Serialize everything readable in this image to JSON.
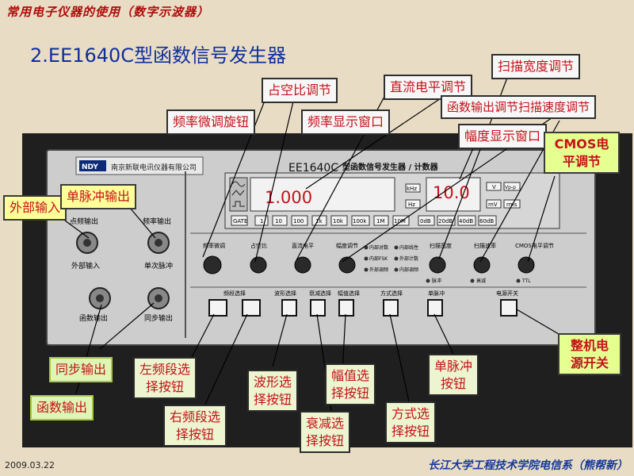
{
  "header": "常用电子仪器的使用（数字示波器）",
  "title": "2.EE1640C型函数信号发生器",
  "device": {
    "brand": "NDY",
    "company": "南京新联电讯仪器有限公司",
    "model": "EE1640C",
    "model_desc": "型函数信号发生器 / 计数器",
    "freq_display": "1.000",
    "amp_display": "10.0",
    "connector_labels": [
      "点频输出",
      "频率输出",
      "外部输入",
      "单次脉冲",
      "函数输出",
      "同步输出"
    ],
    "freq_buttons": [
      "GATE",
      "1",
      "10",
      "100",
      "1k",
      "10k",
      "100k",
      "1M",
      "10M"
    ],
    "atten_buttons": [
      "0dB",
      "20dB",
      "40dB",
      "60dB"
    ],
    "unit_keys": [
      "kHz",
      "Hz",
      "V",
      "Vp-p",
      "mV",
      "rms"
    ],
    "knob_labels": [
      "频率微调",
      "占空比",
      "直流电平",
      "幅度调节",
      "扫描宽度",
      "扫描速率",
      "CMOS电平调节"
    ],
    "mode_labels": [
      "内部对数",
      "内部线性",
      "内部FSK",
      "外部计数",
      "外部调频",
      "内部调频"
    ],
    "bottom_labels": [
      "频段选择",
      "波形选择",
      "衰减选择",
      "幅值选择",
      "方式选择",
      "单脉冲",
      "电源开关"
    ],
    "small_labels": [
      "脉冲",
      "衰减",
      "TTL"
    ]
  },
  "callouts": {
    "freq_fine": "频率微调旋钮",
    "duty": "占空比调节",
    "dc_level": "直流电平调节",
    "sweep_width": "扫描宽度调节",
    "func_out_sweep": "函数输出调节扫描速度调节",
    "freq_window": "频率显示窗口",
    "amp_window": "幅度显示窗口",
    "cmos": [
      "CMOS电",
      "平调节"
    ],
    "ext_input": "外部输入",
    "single_pulse_out": "单脉冲输出",
    "sync_out": "同步输出",
    "func_out": "函数输出",
    "left_band": [
      "左频段选",
      "择按钮"
    ],
    "right_band": [
      "右频段选",
      "择按钮"
    ],
    "waveform": [
      "波形选",
      "择按钮"
    ],
    "atten": [
      "衰减选",
      "择按钮"
    ],
    "amplitude": [
      "幅值选",
      "择按钮"
    ],
    "mode": [
      "方式选",
      "择按钮"
    ],
    "single_pulse": [
      "单脉冲",
      "按钮"
    ],
    "power": [
      "整机电",
      "源开关"
    ]
  },
  "footer": {
    "date": "2009.03.22",
    "org": "长江大学工程技术学院电信系（熊帮新）"
  }
}
